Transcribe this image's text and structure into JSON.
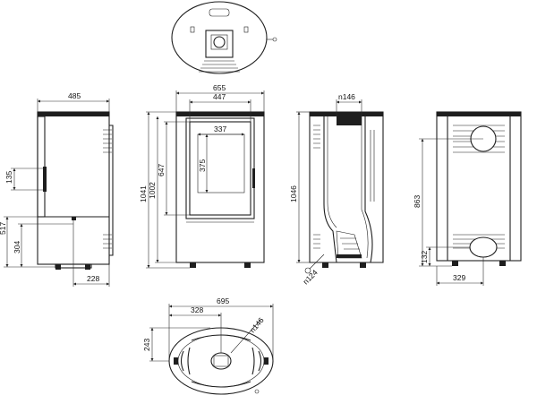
{
  "drawing": {
    "side_view": {
      "width": "485",
      "heights": [
        "135",
        "517",
        "304"
      ],
      "bottom": "228"
    },
    "front_view": {
      "width_outer": "655",
      "width_inner": "447",
      "door_width": "337",
      "glass_height": "375",
      "h_glass": "647",
      "h_body": "1002",
      "h_total": "1041"
    },
    "section_view": {
      "flue": "n146",
      "height": "1046",
      "outlet": "n124"
    },
    "rear_view": {
      "height_flue": "863",
      "height_inlet": "132",
      "offset": "329"
    },
    "bottom_view": {
      "width": "695",
      "offset": "328",
      "depth": "243",
      "flue": "n146"
    }
  }
}
